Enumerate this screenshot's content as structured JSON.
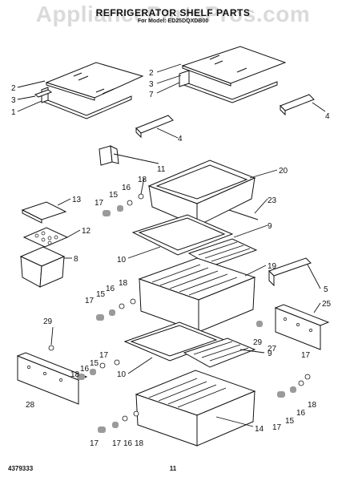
{
  "watermark": "AppliancePartsPros.com",
  "title": "REFRIGERATOR SHELF PARTS",
  "subtitle": "For Model: ED25DQXDB00",
  "footer": {
    "doc_number": "4379333",
    "page_number": "11"
  },
  "callouts": {
    "c1": "1",
    "c2a": "2",
    "c2b": "2",
    "c3a": "3",
    "c3b": "3",
    "c4a": "4",
    "c4b": "4",
    "c5": "5",
    "c7": "7",
    "c8": "8",
    "c9a": "9",
    "c9b": "9",
    "c10a": "10",
    "c10b": "10",
    "c11": "11",
    "c12": "12",
    "c13": "13",
    "c14": "14",
    "c15a": "15",
    "c15b": "15",
    "c15c": "15",
    "c15d": "15",
    "c16a": "16",
    "c16b": "16",
    "c16c": "16",
    "c16d": "16",
    "c16e": "16",
    "c17a": "17",
    "c17b": "17",
    "c17c": "17",
    "c17d": "17",
    "c17e": "17",
    "c17f": "17",
    "c18a": "18",
    "c18b": "18",
    "c18c": "18",
    "c18d": "18",
    "c18e": "18",
    "c19": "19",
    "c20": "20",
    "c23": "23",
    "c25": "25",
    "c27": "27",
    "c28": "28",
    "c29a": "29",
    "c29b": "29"
  }
}
